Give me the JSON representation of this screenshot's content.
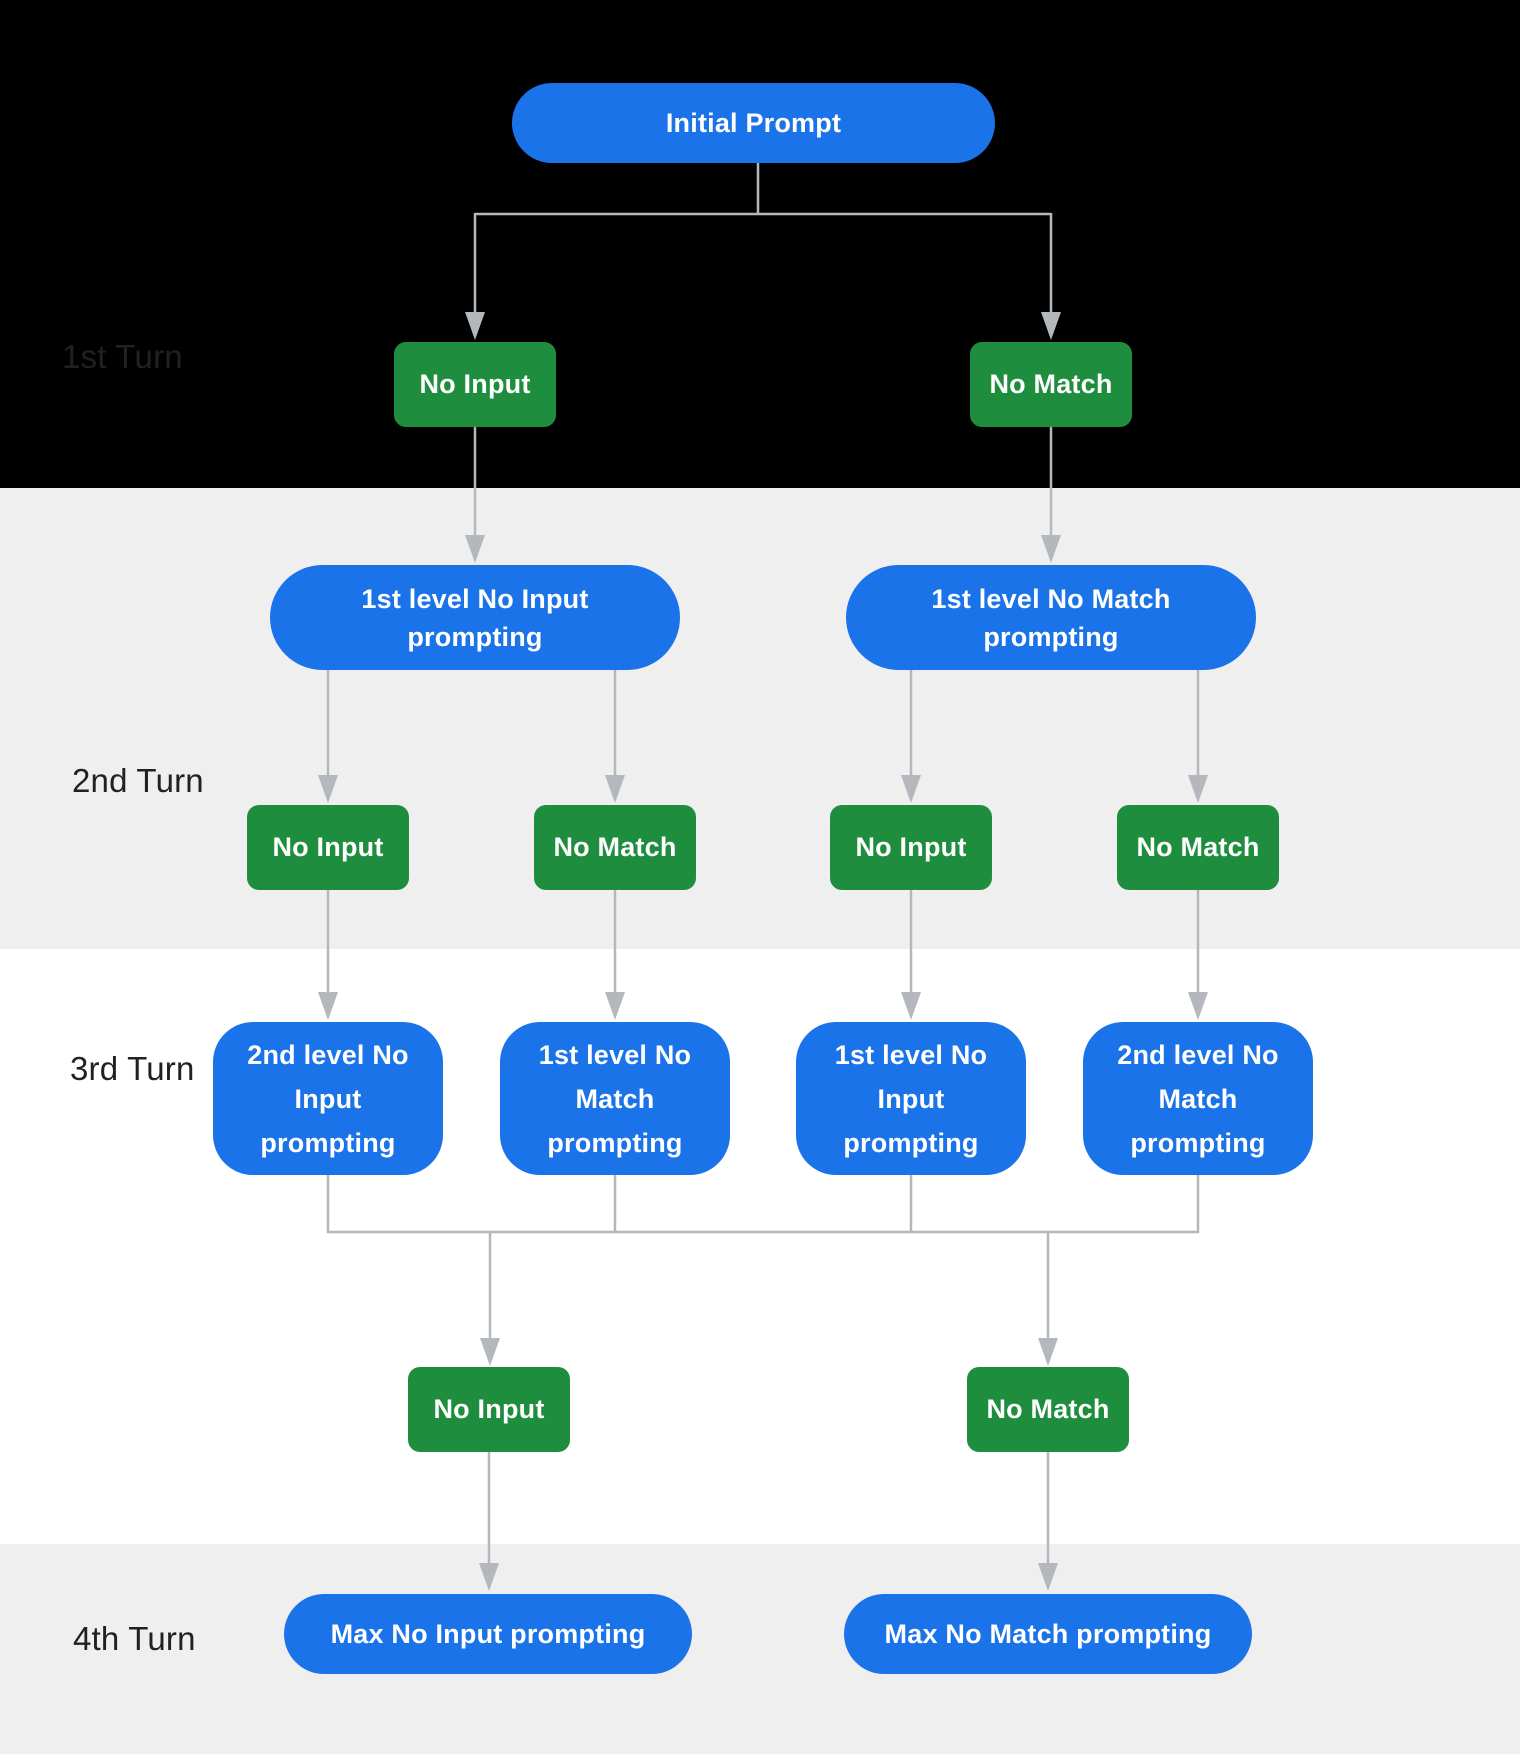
{
  "diagram": {
    "type": "flowchart",
    "description_visible_only": "Dialog re-prompting flow across four turns"
  },
  "turns": [
    {
      "label": "1st Turn"
    },
    {
      "label": "2nd Turn"
    },
    {
      "label": "3rd Turn"
    },
    {
      "label": "4th Turn"
    }
  ],
  "nodes": {
    "initial": "Initial Prompt",
    "turn1": [
      "No Input",
      "No Match"
    ],
    "level1_prompts": [
      "1st level No Input prompting",
      "1st level No Match prompting"
    ],
    "turn2": [
      "No Input",
      "No Match",
      "No Input",
      "No Match"
    ],
    "level2_prompts": [
      "2nd level No Input prompting",
      "1st level No Match prompting",
      "1st level No Input prompting",
      "2nd level No Match prompting"
    ],
    "turn3plus": [
      "No Input",
      "No Match"
    ],
    "max_prompts": [
      "Max No Input prompting",
      "Max No Match prompting"
    ]
  },
  "colors": {
    "prompt_node_blue": "#1a73e8",
    "event_node_green": "#1e8e3e",
    "connector_gray": "#b4b7bb",
    "band_black": "#000000",
    "band_gray": "#efeff0",
    "band_white": "#ffffff",
    "turn_label_text": "#202124",
    "node_text": "#ffffff"
  }
}
